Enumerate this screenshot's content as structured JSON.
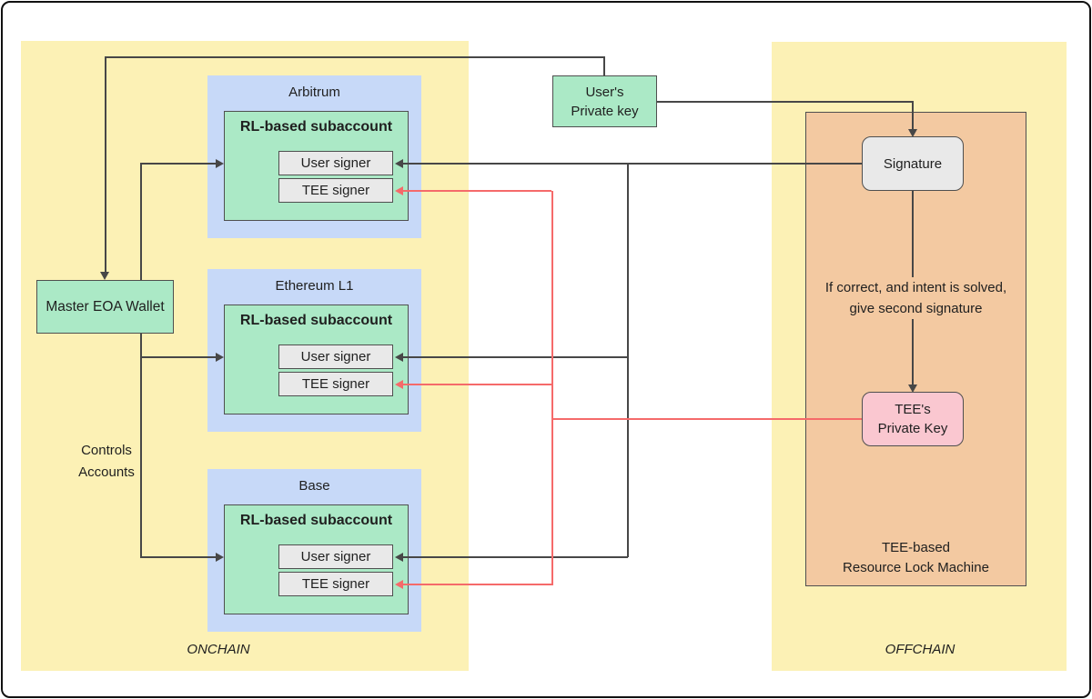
{
  "regions": {
    "onchain": {
      "label": "ONCHAIN"
    },
    "offchain": {
      "label": "OFFCHAIN"
    }
  },
  "chains": [
    {
      "title": "Arbitrum",
      "subaccount_label": "RL-based subaccount",
      "signers": [
        "User signer",
        "TEE signer"
      ]
    },
    {
      "title": "Ethereum L1",
      "subaccount_label": "RL-based subaccount",
      "signers": [
        "User signer",
        "TEE signer"
      ]
    },
    {
      "title": "Base",
      "subaccount_label": "RL-based subaccount",
      "signers": [
        "User signer",
        "TEE signer"
      ]
    }
  ],
  "nodes": {
    "master_wallet": {
      "label": "Master EOA Wallet"
    },
    "users_private_key": {
      "lines": [
        "User's",
        "Private key"
      ]
    },
    "signature": {
      "label": "Signature"
    },
    "condition": {
      "lines": [
        "If correct, and intent is solved,",
        "give second signature"
      ]
    },
    "tee_private_key": {
      "lines": [
        "TEE's",
        "Private Key"
      ]
    },
    "machine": {
      "lines": [
        "TEE-based",
        "Resource Lock Machine"
      ]
    },
    "controls": {
      "lines": [
        "Controls",
        "Accounts"
      ]
    }
  },
  "colors": {
    "canvas_bg": "#ffffff",
    "region_yellow": "#fcf1b5",
    "chain_blue": "#c7d9f8",
    "mint_green": "#abe9c6",
    "signer_fill": "#e9e9e9",
    "machine_orange": "#f3c9a1",
    "key_pink": "#fac7d0",
    "signature_fill": "#e9e9e9",
    "line_dark": "#474747",
    "line_red": "#f56a6a",
    "border_dark": "#4f4f4f",
    "text_dark": "#1f1f1f"
  }
}
